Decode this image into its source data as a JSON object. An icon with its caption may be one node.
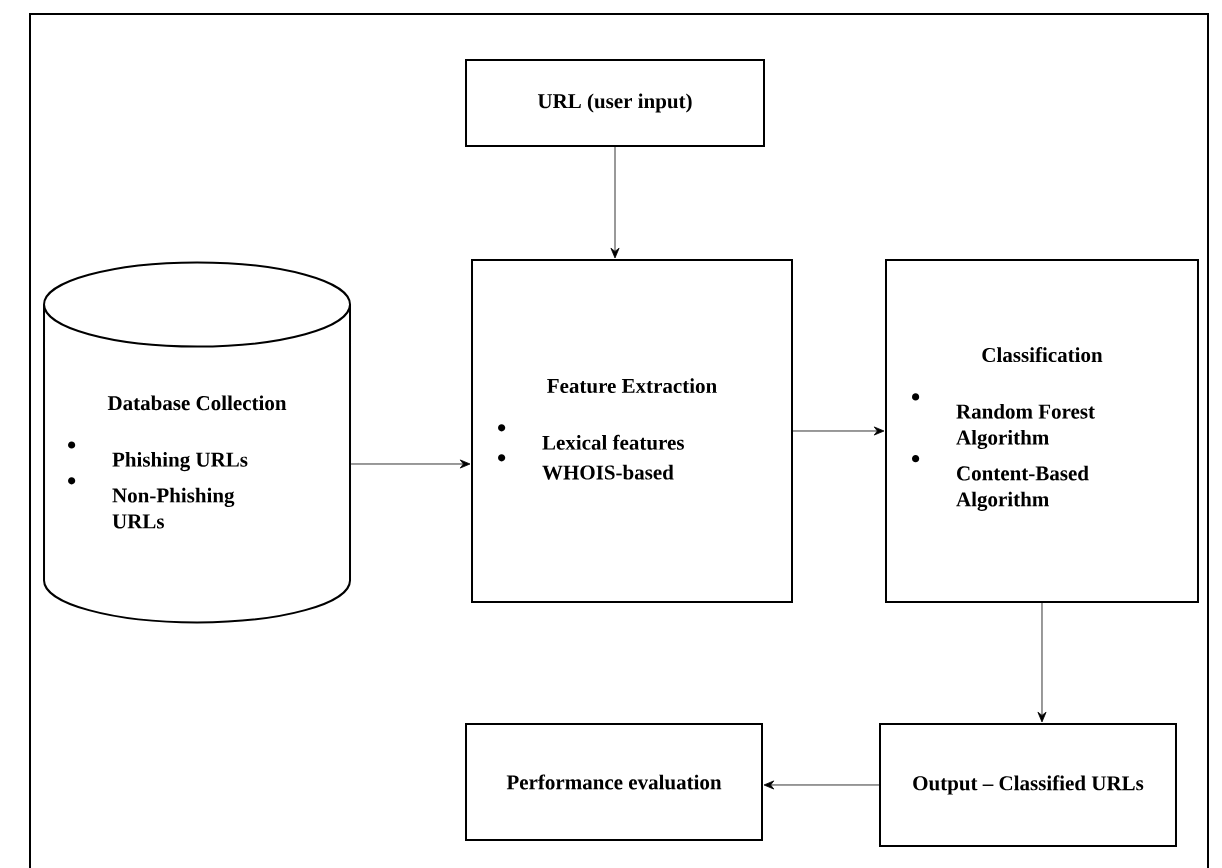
{
  "diagram": {
    "nodes": [
      {
        "text": [
          "URL (user input)"
        ]
      },
      {
        "text": [
          "Database Collection",
          "Phishing URLs",
          "Non-Phishing URLs"
        ]
      },
      {
        "text": [
          "Feature Extraction",
          "Lexical features",
          "WHOIS-based"
        ]
      },
      {
        "text": [
          "Classification",
          "Random Forest Algorithm",
          "Content-Based Algorithm"
        ]
      },
      {
        "text": [
          "Output – Classified URLs"
        ]
      },
      {
        "text": [
          "Performance evaluation"
        ]
      }
    ],
    "edges": [
      {
        "from": 0,
        "to": 2,
        "arrow": "to"
      },
      {
        "from": 1,
        "to": 2,
        "arrow": "to"
      },
      {
        "from": 2,
        "to": 3,
        "arrow": "to"
      },
      {
        "from": 3,
        "to": 4,
        "arrow": "to"
      },
      {
        "from": 4,
        "to": 5,
        "arrow": "to"
      }
    ]
  }
}
